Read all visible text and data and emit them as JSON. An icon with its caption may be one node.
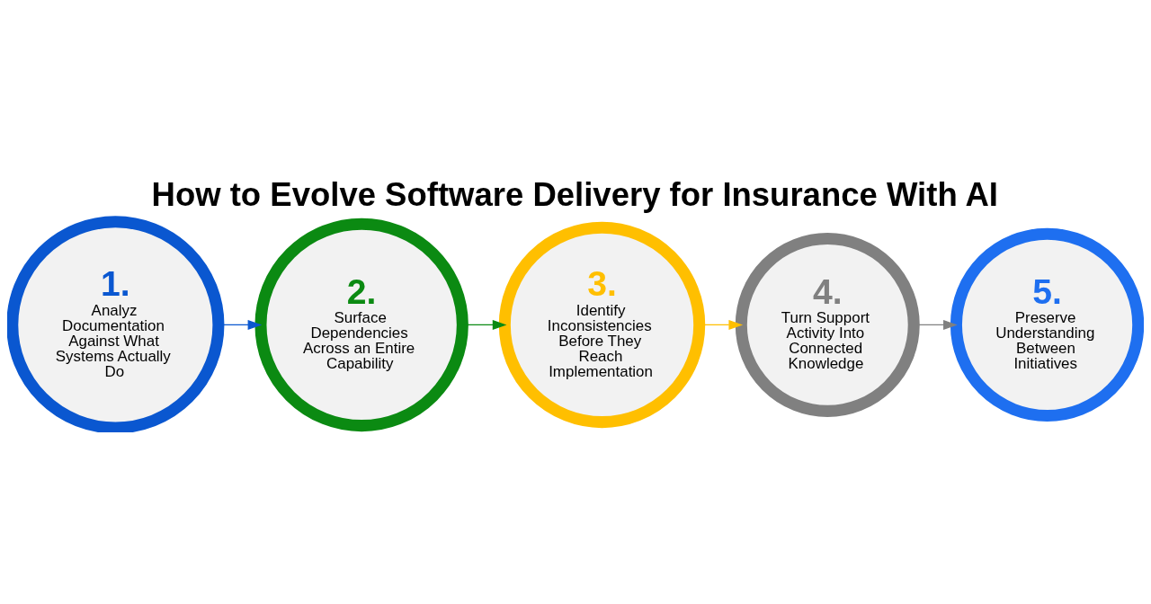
{
  "diagram": {
    "title": "How to Evolve Software Delivery for Insurance With AI",
    "nodes": [
      {
        "text": [
          "1.",
          "Analyz Documentation Against What Systems Actually Do"
        ]
      },
      {
        "text": [
          "2.",
          "Surface Dependencies Across an Entire Capability"
        ]
      },
      {
        "text": [
          "3.",
          "Identify Inconsistencies Before They Reach Implementation"
        ]
      },
      {
        "text": [
          "4.",
          "Turn Support Activity Into Connected Knowledge"
        ]
      },
      {
        "text": [
          "5.",
          "Preserve Understanding Between Initiatives"
        ]
      }
    ],
    "edges": [
      {
        "from": 0,
        "to": 1,
        "arrow": "to",
        "color": "#0a57d0"
      },
      {
        "from": 1,
        "to": 2,
        "arrow": "to",
        "color": "#0b8a12"
      },
      {
        "from": 2,
        "to": 3,
        "arrow": "to",
        "color": "#ffbf00"
      },
      {
        "from": 3,
        "to": 4,
        "arrow": "to",
        "color": "#808080"
      }
    ]
  }
}
